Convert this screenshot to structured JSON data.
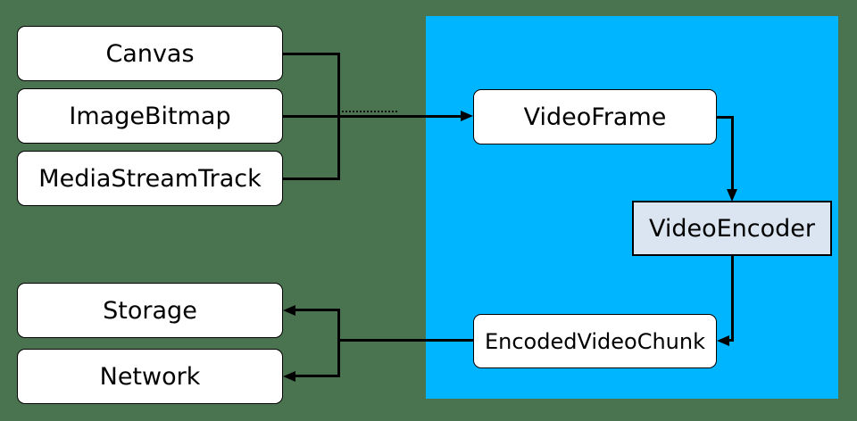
{
  "colors": {
    "background": "#4A7350",
    "panel": "#00B5FF",
    "node_fill": "#FFFFFF",
    "encoder_fill": "#DAE5F1",
    "line": "#000000",
    "text": "#000000"
  },
  "nodes": {
    "canvas": {
      "label": "Canvas"
    },
    "image_bitmap": {
      "label": "ImageBitmap"
    },
    "media_stream_track": {
      "label": "MediaStreamTrack"
    },
    "video_frame": {
      "label": "VideoFrame"
    },
    "video_encoder": {
      "label": "VideoEncoder"
    },
    "encoded_video_chunk": {
      "label": "EncodedVideoChunk"
    },
    "storage": {
      "label": "Storage"
    },
    "network": {
      "label": "Network"
    }
  }
}
